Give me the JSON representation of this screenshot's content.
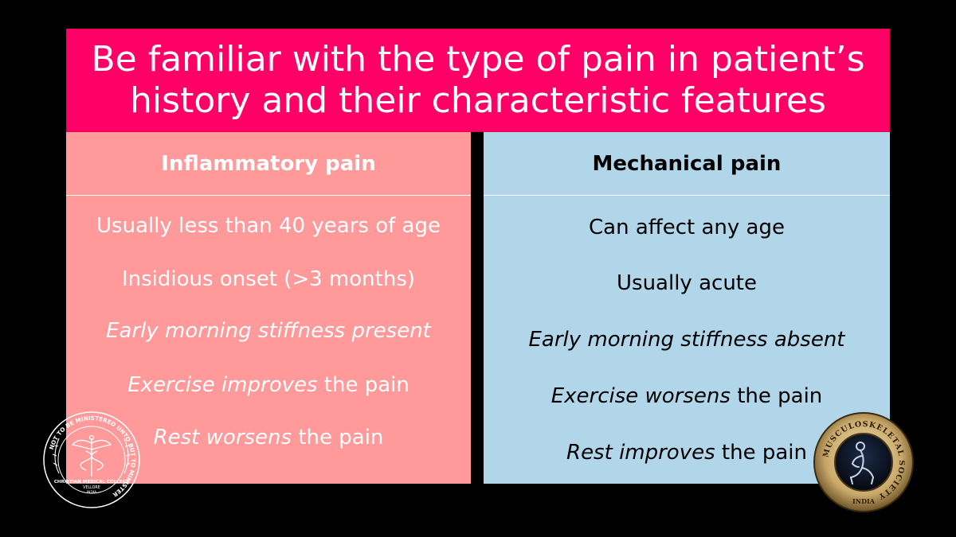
{
  "title": {
    "line1": "Be familiar with the type of pain in patient’s",
    "line2": "history and their characteristic features"
  },
  "colors": {
    "title_bg": "#ff0066",
    "left_bg": "#ff999a",
    "right_bg": "#b1d6ea",
    "slide_bg": "#000000"
  },
  "inflammatory": {
    "heading": "Inflammatory pain",
    "items": [
      {
        "emph": "",
        "rest": "Usually less than 40 years of age"
      },
      {
        "emph": "",
        "rest": "Insidious onset (>3 months)"
      },
      {
        "emph": "Early morning stiffness present",
        "rest": ""
      },
      {
        "emph": "Exercise improves",
        "rest": " the pain"
      },
      {
        "emph": "Rest worsens",
        "rest": " the pain"
      }
    ]
  },
  "mechanical": {
    "heading": "Mechanical pain",
    "items": [
      {
        "emph": "",
        "rest": "Can affect any age"
      },
      {
        "emph": "",
        "rest": "Usually acute"
      },
      {
        "emph": "Early morning stiffness absent",
        "rest": ""
      },
      {
        "emph": "Exercise worsens",
        "rest": " the pain"
      },
      {
        "emph": "Rest improves",
        "rest": " the pain"
      }
    ]
  },
  "logos": {
    "left_seal": {
      "icon": "college-seal-icon",
      "ring_text": "NOT TO BE MINISTERED UNTO BUT TO MINISTER",
      "name": "CHRISTIAN MEDICAL COLLEGE",
      "city": "VELLORE",
      "country": "INDIA"
    },
    "right_badge": {
      "icon": "society-badge-icon",
      "ring_text": "MUSCULOSKELETAL SOCIETY",
      "country": "INDIA"
    }
  }
}
